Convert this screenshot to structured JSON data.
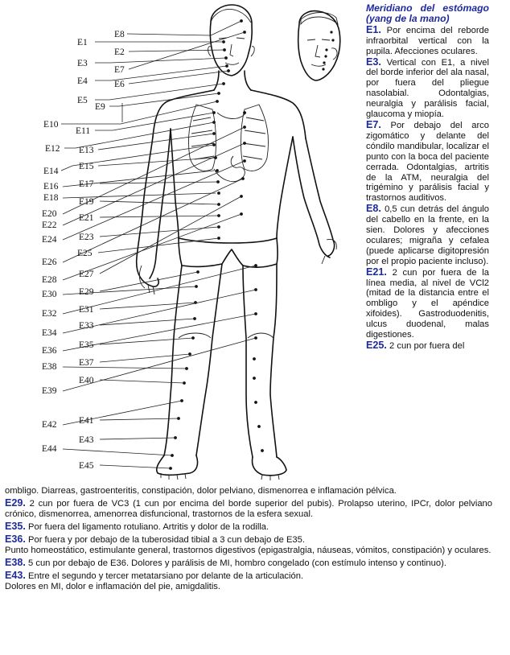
{
  "title": "Meridiano del estómago (yang de la mano)",
  "figure_labels": {
    "left": [
      "E1",
      "E3",
      "E4",
      "E5",
      "E10",
      "E12",
      "E14",
      "E16",
      "E18",
      "E20",
      "E22",
      "E24",
      "E26",
      "E28",
      "E30",
      "E32",
      "E34",
      "E36",
      "E38",
      "E39",
      "E42",
      "E44"
    ],
    "inner": [
      "E8",
      "E2",
      "E7",
      "E6",
      "E9",
      "E11",
      "E13",
      "E15",
      "E17",
      "E19",
      "E21",
      "E23",
      "E25",
      "E27",
      "E29",
      "E31",
      "E33",
      "E35",
      "E37",
      "E40",
      "E41",
      "E43",
      "E45"
    ]
  },
  "entries": [
    {
      "code": "E1.",
      "text": " Por encima del reborde infraorbital vertical con la pupila. Afecciones oculares."
    },
    {
      "code": "E3.",
      "text": " Vertical con E1, a nivel del borde inferior del ala nasal, por fuera del pliegue nasolabial. Odontalgias, neuralgia y parálisis facial, glaucoma y miopía."
    },
    {
      "code": "E7.",
      "text": " Por debajo del arco zigomático y delante del cóndilo mandibular, localizar el punto con la boca del paciente cerrada. Odontalgias, artritis de la ATM, neuralgia del trigémino y parálisis facial y trastornos auditivos."
    },
    {
      "code": "E8.",
      "text": " 0,5 cun detrás del ángulo del cabello en la frente, en la sien. Dolores y afecciones oculares; migraña y cefalea (puede aplicarse digitopresión por el propio paciente incluso)."
    },
    {
      "code": "E21.",
      "text": " 2 cun por fuera de la línea media, al nivel de VCl2 (mitad de la distancia entre el ombligo y el apéndice xifoides). Gastroduodenitis, ulcus duodenal, malas digestiones."
    },
    {
      "code": "E25.",
      "text": " 2 cun por fuera del"
    }
  ],
  "continuation": "ombligo. Diarreas, gastroenteritis, constipación, dolor pelviano, dismenorrea e inflamación pélvica.",
  "bottom_entries": [
    {
      "code": "E29.",
      "text": " 2 cun por fuera de VC3 (1 cun por encima del borde superior del pubis). Prolapso uterino, IPCr, dolor pelviano crónico, dismenorrea, amenorrea disfuncional, trastornos de la esfera sexual."
    },
    {
      "code": "E35.",
      "text": " Por fuera del ligamento rotuliano. Artritis y dolor de la rodilla."
    },
    {
      "code": "E36.",
      "text": " Por fuera y por debajo de la tuberosidad tibial a 3 cun debajo de E35.",
      "extra": "Punto homeostático, estimulante general, trastornos digestivos (epigastralgia, náuseas, vómitos, constipación) y oculares."
    },
    {
      "code": "E38.",
      "text": " 5 cun por debajo de E36. Dolores y parálisis de MI, hombro congelado (con estímulo intenso y continuo)."
    },
    {
      "code": "E43.",
      "text": " Entre el segundo y tercer metatarsiano por delante de la articulación.",
      "extra": "Dolores en MI, dolor e inflamación del pie, amigdalitis."
    }
  ],
  "colors": {
    "accent": "#1f2a9c",
    "text": "#111111",
    "background": "#ffffff"
  }
}
